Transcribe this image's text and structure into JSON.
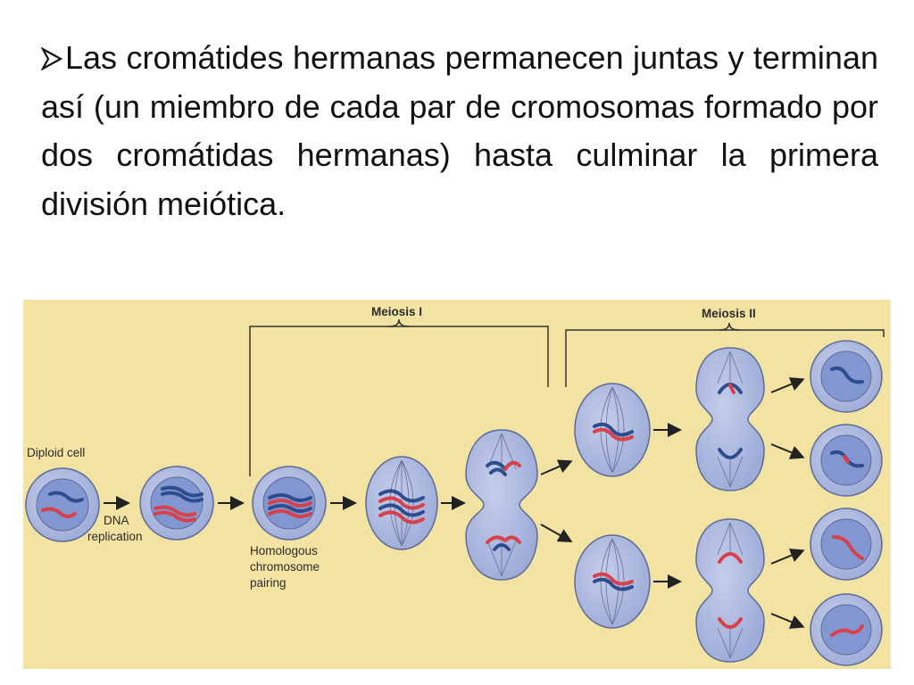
{
  "slide": {
    "bullet_icon": "arrowhead-bullet-icon",
    "paragraph": "Las cromátides hermanas permanecen juntas y terminan así (un miembro de cada par de cromosomas formado por dos cromátidas hermanas) hasta culminar la primera división meiótica."
  },
  "figure": {
    "stages": {
      "meiosis1": "Meiosis I",
      "meiosis2": "Meiosis II"
    },
    "labels": {
      "diploid_cell": "Diploid cell",
      "dna_replication_1": "DNA",
      "dna_replication_2": "replication",
      "homologous_1": "Homologous",
      "homologous_2": "chromosome",
      "homologous_3": "pairing"
    },
    "colors": {
      "background": "#f2e3a3",
      "cell_fill": "#a9b6dd",
      "nucleus_fill": "#7f95d0",
      "chromosome_blue": "#2e4d8f",
      "chromosome_red": "#d8404a",
      "arrow": "#222222"
    }
  }
}
